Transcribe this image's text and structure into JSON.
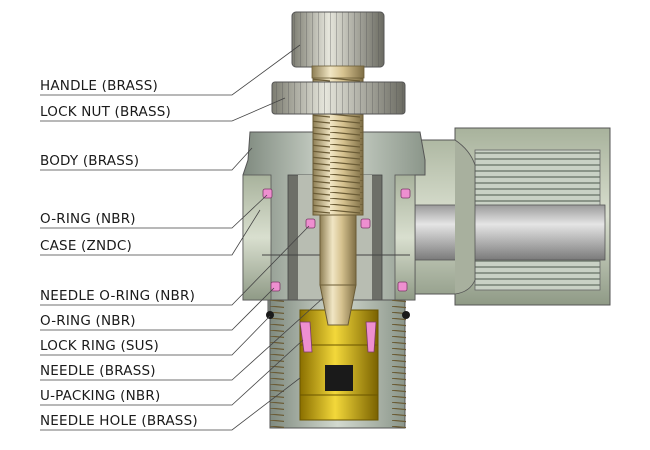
{
  "diagram": {
    "labels": {
      "handle": "HANDLE (BRASS)",
      "lock_nut": "LOCK NUT (BRASS)",
      "body": "BODY (BRASS)",
      "o_ring_upper": "O-RING (NBR)",
      "case": "CASE (ZNDC)",
      "needle_o_ring": "NEEDLE O-RING (NBR)",
      "o_ring_lower": "O-RING (NBR)",
      "lock_ring": "LOCK RING (SUS)",
      "needle": "NEEDLE (BRASS)",
      "u_packing": "U-PACKING (NBR)",
      "needle_hole": "NEEDLE HOLE (BRASS)"
    },
    "colors": {
      "brass": "#d8c79a",
      "zinc_body": "#a9b3a8",
      "oring": "#ee8fd0",
      "needle_hole_yellow": "#e8c81a",
      "tube": "#b8b8b8"
    }
  }
}
